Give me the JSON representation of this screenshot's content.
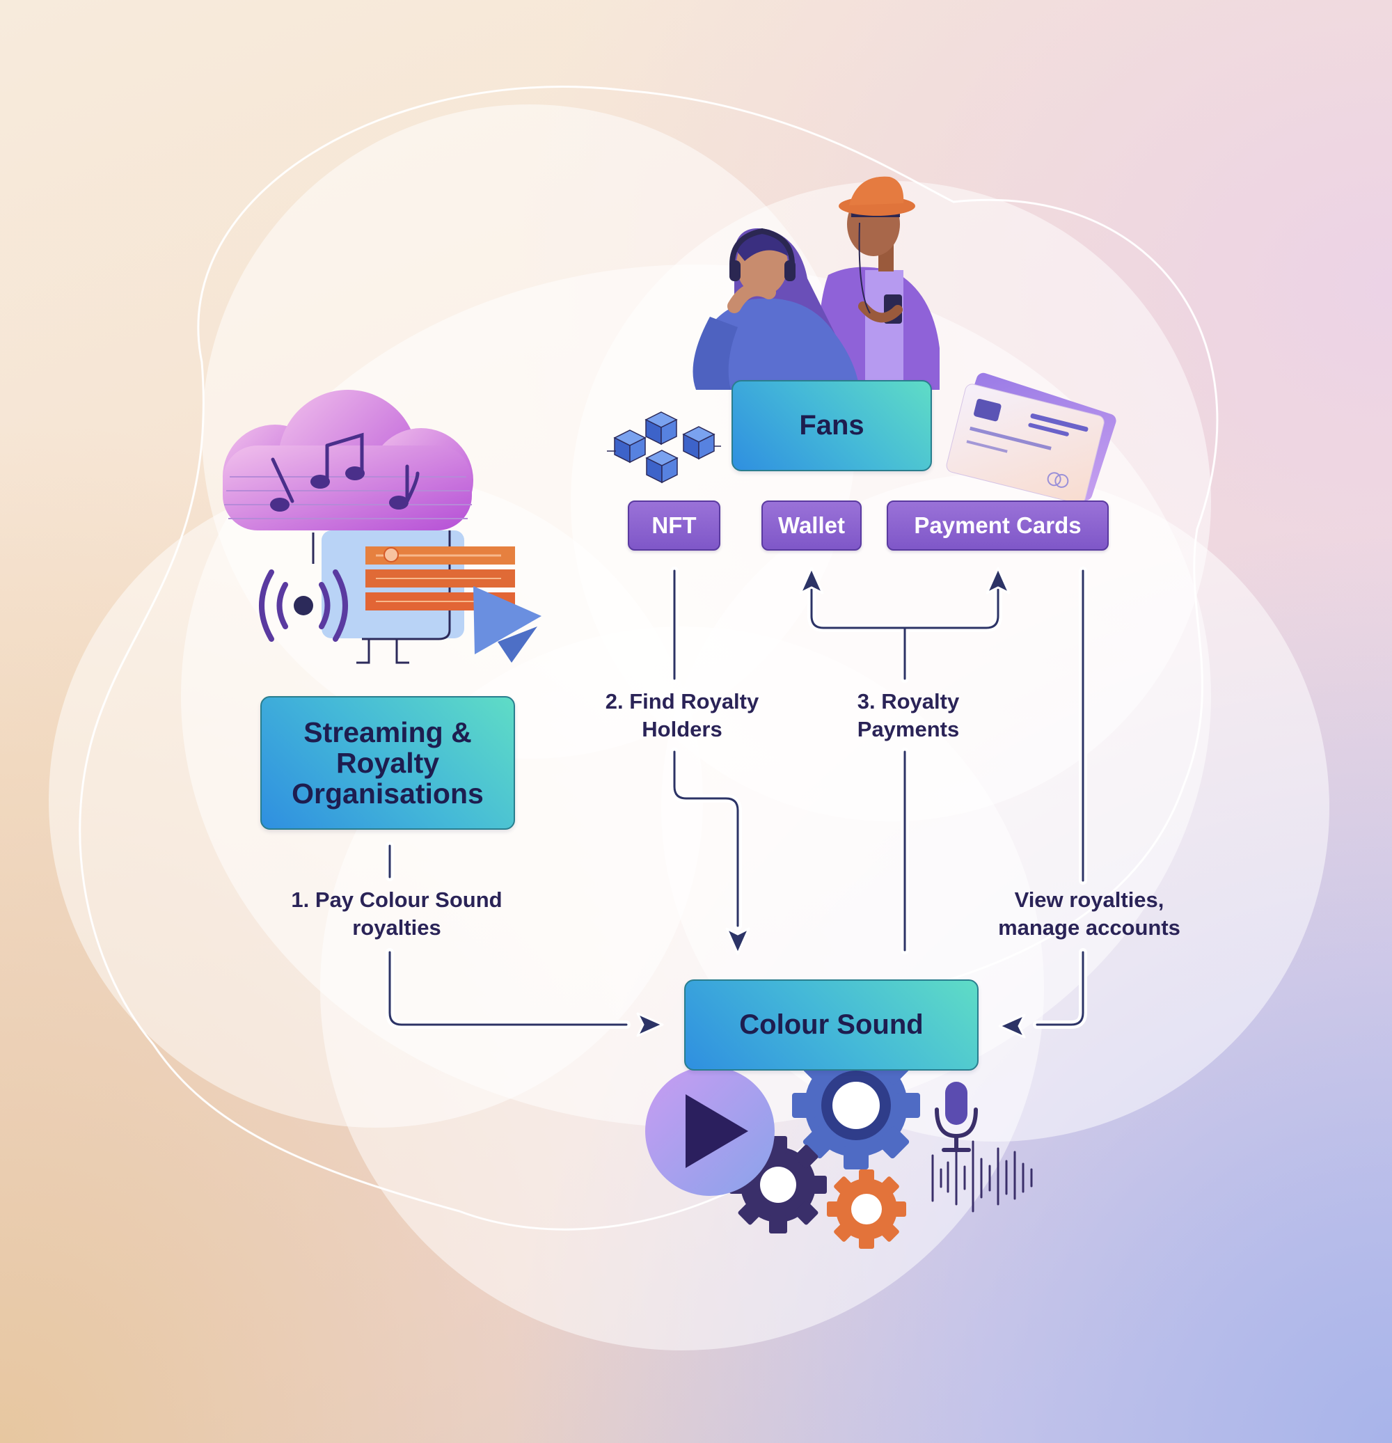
{
  "nodes": {
    "streaming": {
      "line1": "Streaming &",
      "line2": "Royalty",
      "line3": "Organisations"
    },
    "fans": "Fans",
    "colour_sound": "Colour Sound"
  },
  "pills": {
    "nft": "NFT",
    "wallet": "Wallet",
    "payment_cards": "Payment Cards"
  },
  "edges": {
    "step1": {
      "line1": "1. Pay Colour Sound",
      "line2": "royalties"
    },
    "step2": {
      "line1": "2. Find Royalty",
      "line2": "Holders"
    },
    "step3": {
      "line1": "3. Royalty",
      "line2": "Payments"
    },
    "view": {
      "line1": "View royalties,",
      "line2": "manage accounts"
    }
  },
  "colors": {
    "node_gradient": [
      "#2f8fe0",
      "#5fdcc6"
    ],
    "pill_fill": "#8a63cf",
    "connector": "#2c3366",
    "text": "#1e1d4f"
  },
  "icons": [
    "cloud-music-icon",
    "broadcast-icon",
    "play-icon",
    "blockchain-icon",
    "credit-card-icon",
    "gear-icon",
    "microphone-icon",
    "sound-wave-icon",
    "fans-illustration"
  ]
}
